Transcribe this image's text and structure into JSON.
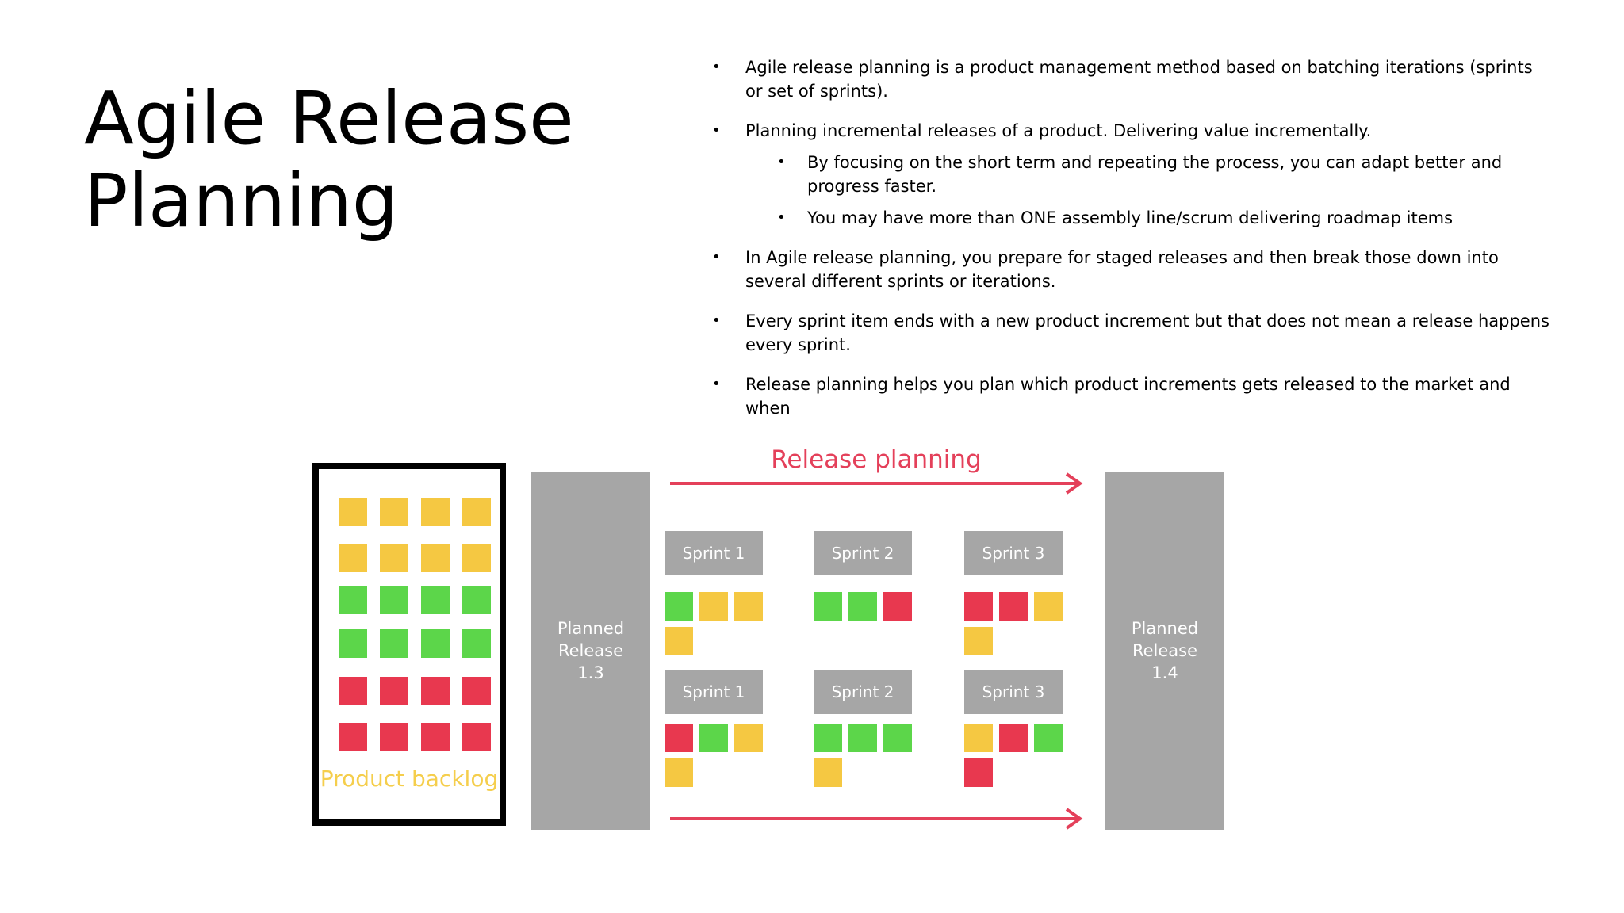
{
  "title": {
    "line1": "Agile Release",
    "line2": "Planning"
  },
  "bullets": {
    "b1": "Agile release planning is a product management method based on batching iterations (sprints or set of sprints).",
    "b2": "Planning incremental releases of a product. Delivering value incrementally.",
    "b2_sub1": "By focusing on the short term and repeating the process, you can adapt better and progress faster.",
    "b2_sub2": "You may have more than ONE assembly line/scrum delivering roadmap items",
    "b3": "In Agile release planning, you prepare for staged releases and then break those down into several different sprints or iterations.",
    "b4": "Every sprint item ends with a new product increment but that does not mean a release happens every sprint.",
    "b5": "Release planning helps you plan which product increments gets released to the market and when"
  },
  "diagram": {
    "release_planning_label": "Release planning",
    "backlog_label": "Product backlog",
    "release_left": {
      "line1": "Planned",
      "line2": "Release",
      "line3": "1.3"
    },
    "release_right": {
      "line1": "Planned",
      "line2": "Release",
      "line3": "1.4"
    },
    "sprint_labels": [
      "Sprint 1",
      "Sprint 2",
      "Sprint 3"
    ],
    "backlog_rows": [
      "yellow",
      "yellow",
      "green",
      "green",
      "red",
      "red"
    ],
    "lane1": [
      [
        "green",
        "yellow",
        "yellow",
        "yellow"
      ],
      [
        "green",
        "green",
        "red"
      ],
      [
        "red",
        "red",
        "yellow",
        "yellow"
      ]
    ],
    "lane2": [
      [
        "red",
        "green",
        "yellow",
        "yellow"
      ],
      [
        "green",
        "green",
        "green",
        "yellow"
      ],
      [
        "yellow",
        "red",
        "green",
        "red"
      ]
    ]
  },
  "colors": {
    "yellow": "#f5c842",
    "green": "#5cd64a",
    "red": "#e8384f",
    "grey": "#a6a6a6",
    "accent": "#e4405a",
    "backlog_text": "#f5ce4c"
  }
}
